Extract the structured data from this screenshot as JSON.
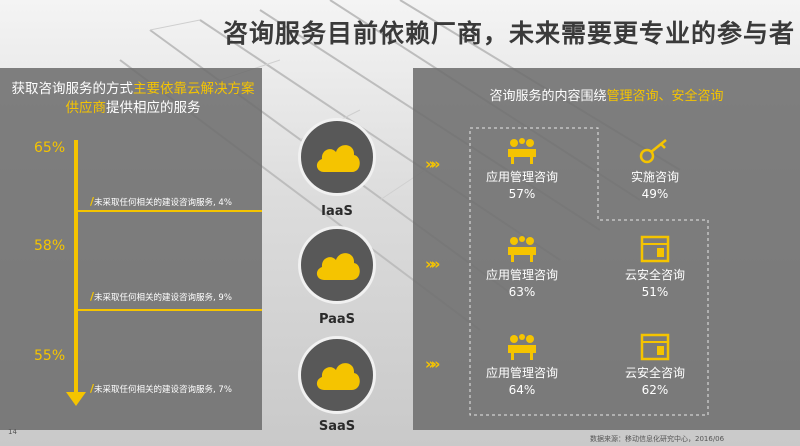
{
  "title": "咨询服务目前依赖厂商，未来需要更专业的参与者",
  "left": {
    "header_pre": "获取咨询服务的方式",
    "header_hl": "主要依靠云解决方案供应商",
    "header_post": "提供相应的服务",
    "rows": [
      {
        "pct": "65%",
        "note": "未采取任何相关的建设咨询服务, 4%"
      },
      {
        "pct": "58%",
        "note": "未采取任何相关的建设咨询服务, 9%"
      },
      {
        "pct": "55%",
        "note": "未采取任何相关的建设咨询服务, 7%"
      }
    ]
  },
  "services": [
    {
      "name": "IaaS",
      "icon": "cloud-icon"
    },
    {
      "name": "PaaS",
      "icon": "cloud-icon"
    },
    {
      "name": "SaaS",
      "icon": "cloud-icon"
    }
  ],
  "right": {
    "header_pre": "咨询服务的内容围绕",
    "header_hl": "管理咨询、安全咨询",
    "chevrons": "»»",
    "items": [
      {
        "label": "应用管理咨询",
        "value": "57%",
        "icon": "meeting-icon"
      },
      {
        "label": "实施咨询",
        "value": "49%",
        "icon": "key-icon"
      },
      {
        "label": "应用管理咨询",
        "value": "63%",
        "icon": "meeting-icon"
      },
      {
        "label": "云安全咨询",
        "value": "51%",
        "icon": "safe-box-icon"
      },
      {
        "label": "应用管理咨询",
        "value": "64%",
        "icon": "meeting-icon"
      },
      {
        "label": "云安全咨询",
        "value": "62%",
        "icon": "safe-box-icon"
      }
    ]
  },
  "footer": {
    "page": "14",
    "source": "数据来源：移动信息化研究中心，2016/06"
  },
  "colors": {
    "accent": "#f5c400",
    "panel": "#6e6e6e"
  }
}
